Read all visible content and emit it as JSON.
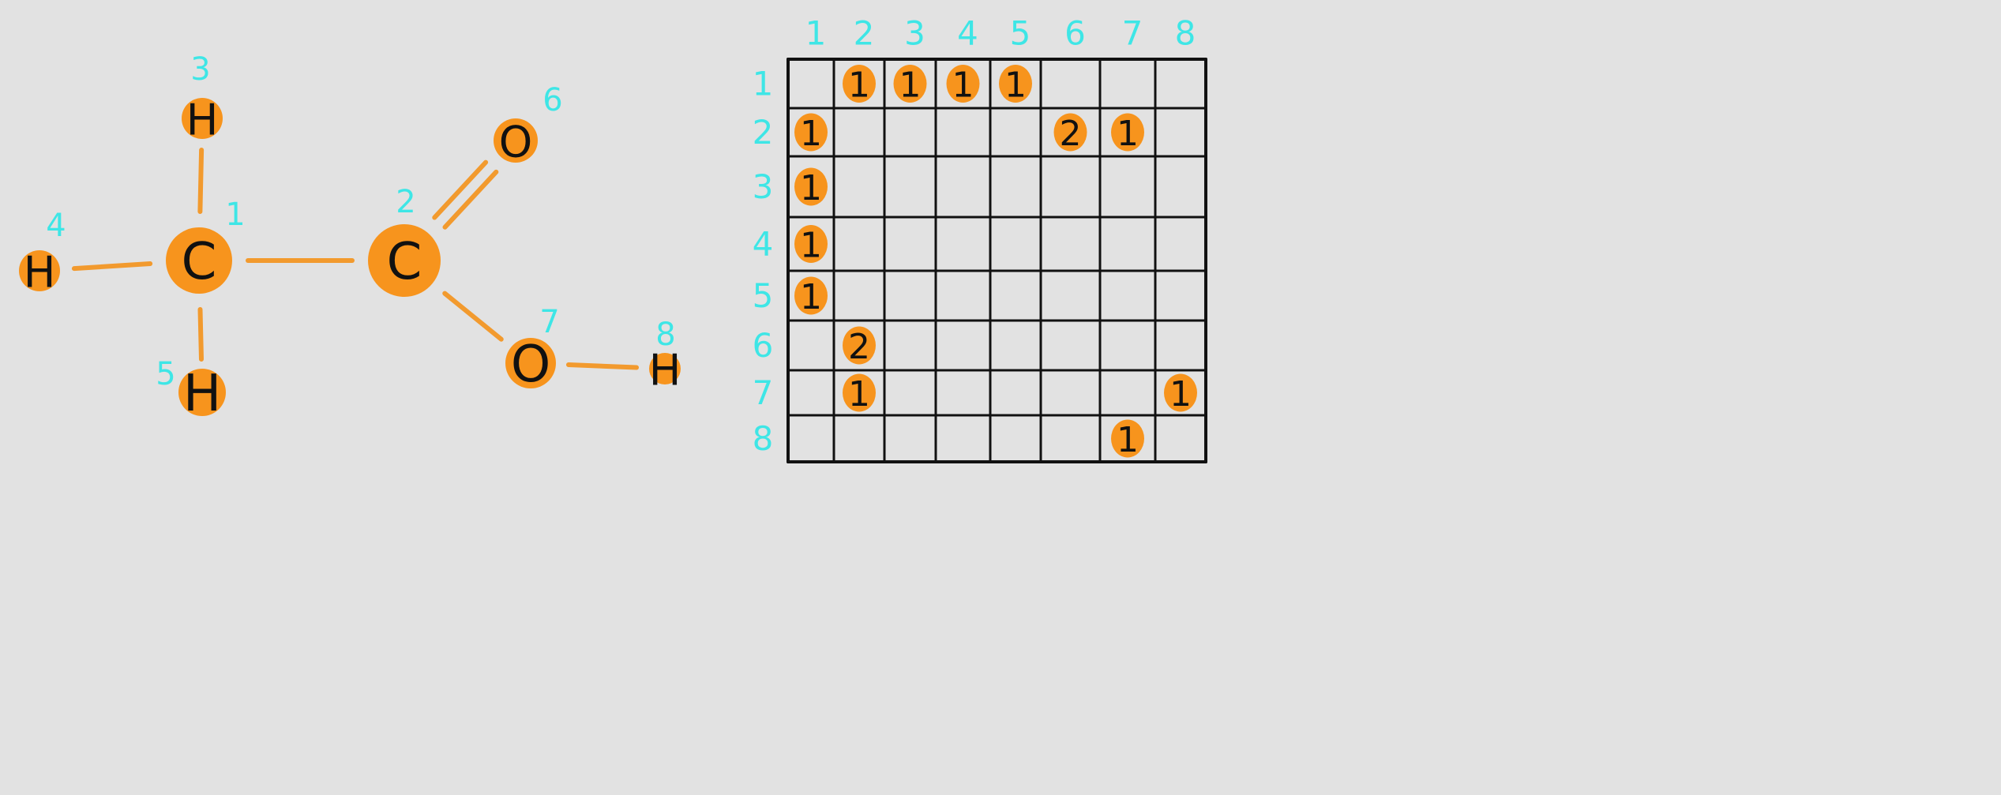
{
  "colors": {
    "atom_fill": "#f7941d",
    "bond_stroke": "#f29a2e",
    "index_label": "#3ee6e6",
    "grid_line": "#111111",
    "background": "#e2e2e2"
  },
  "molecule": {
    "atoms": [
      {
        "id": 1,
        "symbol": "C",
        "index_label": "1"
      },
      {
        "id": 2,
        "symbol": "C",
        "index_label": "2"
      },
      {
        "id": 3,
        "symbol": "H",
        "index_label": "3"
      },
      {
        "id": 4,
        "symbol": "H",
        "index_label": "4"
      },
      {
        "id": 5,
        "symbol": "H",
        "index_label": "5"
      },
      {
        "id": 6,
        "symbol": "O",
        "index_label": "6"
      },
      {
        "id": 7,
        "symbol": "O",
        "index_label": "7"
      },
      {
        "id": 8,
        "symbol": "H",
        "index_label": "8"
      }
    ],
    "bonds": [
      {
        "from": 1,
        "to": 2,
        "order": 1
      },
      {
        "from": 1,
        "to": 3,
        "order": 1
      },
      {
        "from": 1,
        "to": 4,
        "order": 1
      },
      {
        "from": 1,
        "to": 5,
        "order": 1
      },
      {
        "from": 2,
        "to": 6,
        "order": 2
      },
      {
        "from": 2,
        "to": 7,
        "order": 1
      },
      {
        "from": 7,
        "to": 8,
        "order": 1
      }
    ]
  },
  "matrix": {
    "row_labels": [
      "1",
      "2",
      "3",
      "4",
      "5",
      "6",
      "7",
      "8"
    ],
    "col_labels": [
      "1",
      "2",
      "3",
      "4",
      "5",
      "6",
      "7",
      "8"
    ],
    "cells": [
      {
        "row": 1,
        "col": 2,
        "value": "1"
      },
      {
        "row": 1,
        "col": 3,
        "value": "1"
      },
      {
        "row": 1,
        "col": 4,
        "value": "1"
      },
      {
        "row": 1,
        "col": 5,
        "value": "1"
      },
      {
        "row": 2,
        "col": 1,
        "value": "1"
      },
      {
        "row": 2,
        "col": 6,
        "value": "2"
      },
      {
        "row": 2,
        "col": 7,
        "value": "1"
      },
      {
        "row": 3,
        "col": 1,
        "value": "1"
      },
      {
        "row": 4,
        "col": 1,
        "value": "1"
      },
      {
        "row": 5,
        "col": 1,
        "value": "1"
      },
      {
        "row": 6,
        "col": 2,
        "value": "2"
      },
      {
        "row": 7,
        "col": 2,
        "value": "1"
      },
      {
        "row": 7,
        "col": 8,
        "value": "1"
      },
      {
        "row": 8,
        "col": 7,
        "value": "1"
      }
    ]
  }
}
